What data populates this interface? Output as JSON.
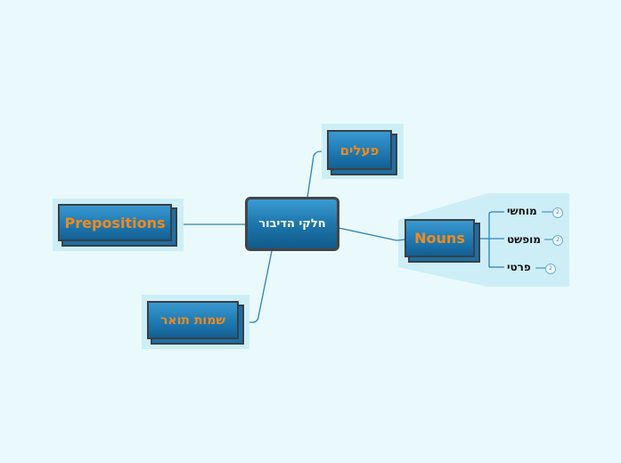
{
  "central": {
    "label": "חלקי הדיבור"
  },
  "branches": {
    "verbs": {
      "label": "פעלים"
    },
    "prepositions": {
      "label": "Prepositions"
    },
    "adjectives": {
      "label": "שמות תואר"
    },
    "nouns": {
      "label": "Nouns",
      "children": [
        {
          "label": "מוחשי",
          "collapse_badge": "2"
        },
        {
          "label": "מופשט",
          "collapse_badge": "2"
        },
        {
          "label": "פרטי",
          "collapse_badge": "2"
        }
      ]
    }
  },
  "colors": {
    "background": "#eafafc",
    "node_fill": "#1f7ab3",
    "branch_text": "#ef8a1e",
    "connector": "#2a82b8",
    "halo": "#cdeef7"
  }
}
